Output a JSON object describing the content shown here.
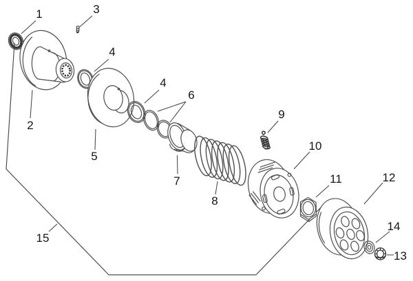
{
  "diagram": {
    "figure_type": "exploded-parts-diagram",
    "background_color": "#ffffff",
    "line_color": "#4d4d4d",
    "label_color": "#141414",
    "callouts": {
      "c1": "1",
      "c2": "2",
      "c3": "3",
      "c4a": "4",
      "c4b": "4",
      "c5": "5",
      "c6": "6",
      "c7": "7",
      "c8": "8",
      "c9": "9",
      "c10": "10",
      "c11": "11",
      "c12": "12",
      "c13": "13",
      "c14": "14",
      "c15": "15"
    },
    "parts": [
      {
        "callout": "1",
        "shape": "seal-washer"
      },
      {
        "callout": "2",
        "shape": "pulley-face-with-splined-hub"
      },
      {
        "callout": "3",
        "shape": "small-pin"
      },
      {
        "callout": "4",
        "shape": "washer-ring"
      },
      {
        "callout": "4",
        "shape": "washer-ring"
      },
      {
        "callout": "5",
        "shape": "pulley-half-with-boss"
      },
      {
        "callout": "6",
        "shape": "thin-ring"
      },
      {
        "callout": "6",
        "shape": "thin-ring"
      },
      {
        "callout": "7",
        "shape": "spring-seat-collar"
      },
      {
        "callout": "8",
        "shape": "coil-spring"
      },
      {
        "callout": "9",
        "shape": "small-coil-spring"
      },
      {
        "callout": "10",
        "shape": "clutch-plate-assembly"
      },
      {
        "callout": "11",
        "shape": "hex-nut"
      },
      {
        "callout": "12",
        "shape": "drum-with-holes"
      },
      {
        "callout": "13",
        "shape": "small-flange-nut"
      },
      {
        "callout": "14",
        "shape": "small-washer"
      },
      {
        "callout": "15",
        "shape": "assembly-boundary-line"
      }
    ]
  }
}
